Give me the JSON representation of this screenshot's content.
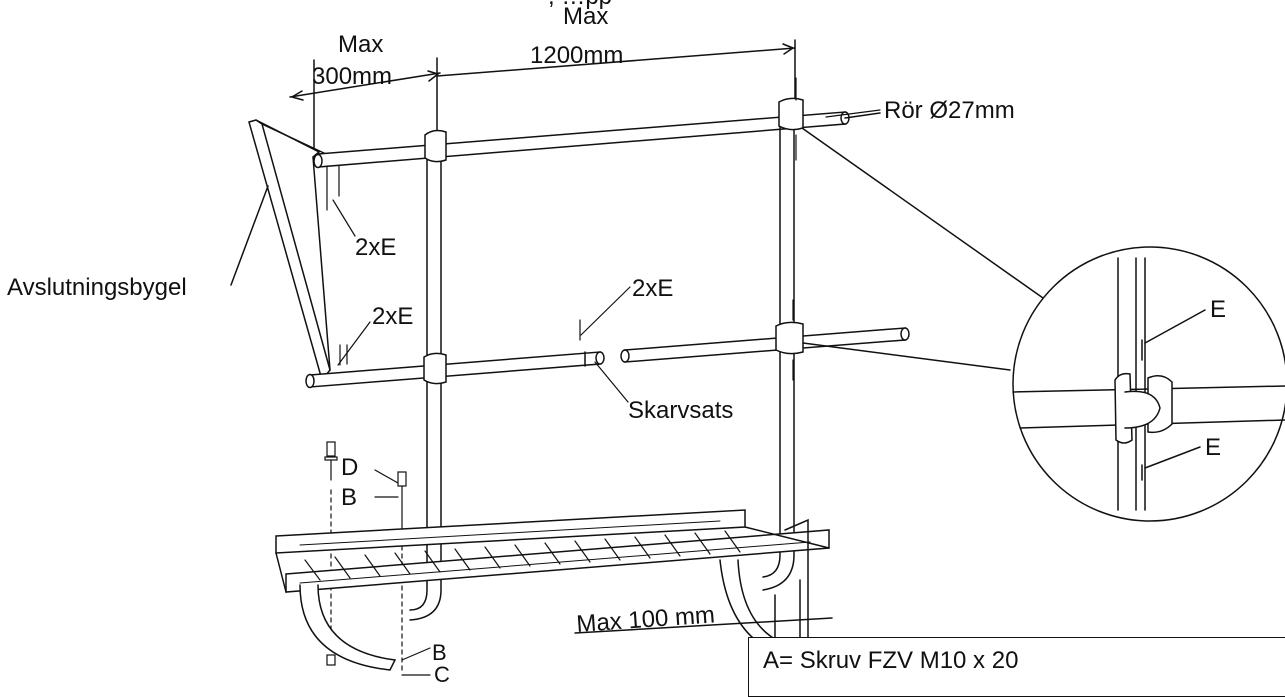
{
  "labels": {
    "max_top": "Max",
    "dim_300": "300mm",
    "max_1200_title": "Max",
    "dim_1200": "1200mm",
    "ror": "Rör Ø27mm",
    "avslutningsbygel": "Avslutningsbygel",
    "twoxe_1": "2xE",
    "twoxe_2": "2xE",
    "twoxe_3": "2xE",
    "skarvsats": "Skarvsats",
    "d": "D",
    "b_top": "B",
    "b_bottom": "B",
    "c": "C",
    "max_100": "Max 100 mm",
    "detail_e_top": "E",
    "detail_e_bottom": "E",
    "top_cut_text": ", …pp"
  },
  "legend": {
    "line_a": "A= Skruv FZV M10 x 20"
  }
}
